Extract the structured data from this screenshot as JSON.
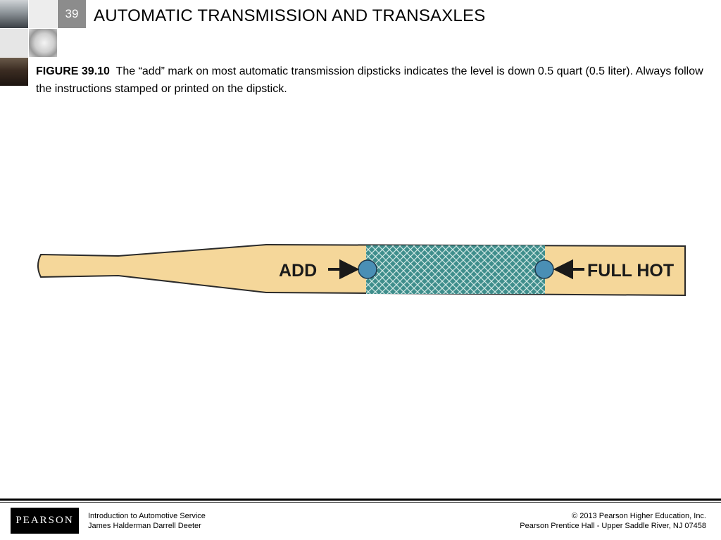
{
  "header": {
    "chapter_number": "39",
    "title": "AUTOMATIC TRANSMISSION AND TRANSAXLES"
  },
  "caption": {
    "label": "FIGURE 39.10",
    "text": "The “add” mark on most automatic transmission dipsticks indicates the level is down 0.5 quart (0.5 liter). Always follow the instructions stamped or printed on the dipstick."
  },
  "figure": {
    "add_label": "ADD",
    "full_label": "FULL HOT",
    "stick_color": "#f5d79a",
    "mesh_color": "#3f8e8c",
    "dot_color": "#4a8fb5"
  },
  "footer": {
    "logo": "PEARSON",
    "book_title": "Introduction to Automotive Service",
    "authors": "James Halderman  Darrell Deeter",
    "copyright": "© 2013  Pearson Higher Education, Inc.",
    "publisher": "Pearson Prentice Hall - Upper Saddle River, NJ 07458"
  }
}
